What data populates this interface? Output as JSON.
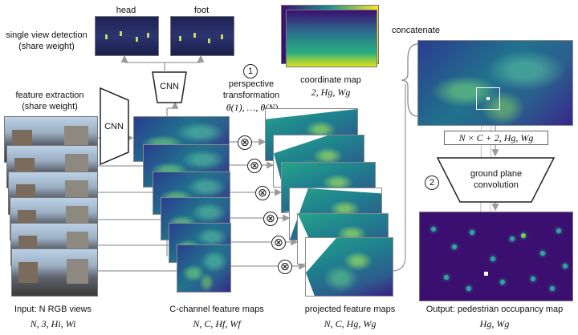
{
  "labels": {
    "head": "head",
    "foot": "foot",
    "single_view_line1": "single view detection",
    "single_view_line2": "(share weight)",
    "feature_extraction_line1": "feature extraction",
    "feature_extraction_line2": "(share weight)",
    "cnn_left": "CNN",
    "cnn_top": "CNN",
    "step1": "1",
    "perspective_line1": "perspective",
    "perspective_line2": "transformation",
    "theta": "θ(1), …, θ(N)",
    "coordinate_map": "coordinate map",
    "coordinate_map_dims": "2, Hg, Wg",
    "concatenate": "concatenate",
    "concat_dims": "N × C + 2, Hg, Wg",
    "step2": "2",
    "ground_plane_line1": "ground plane",
    "ground_plane_line2": "convolution",
    "input_caption": "Input: N RGB views",
    "input_dims": "N, 3, Hi, Wi",
    "feature_caption": "C-channel feature maps",
    "feature_dims": "N, C, Hf, Wf",
    "projected_caption": "projected feature maps",
    "projected_dims": "N, C, Hg, Wg",
    "output_caption": "Output: pedestrian occupancy map",
    "output_dims": "Hg, Wg"
  },
  "colors": {
    "arrow": "#9a9a9a",
    "viridis_dark": "#3b0f70",
    "viridis_mid": "#21908d",
    "viridis_light": "#fde725"
  }
}
